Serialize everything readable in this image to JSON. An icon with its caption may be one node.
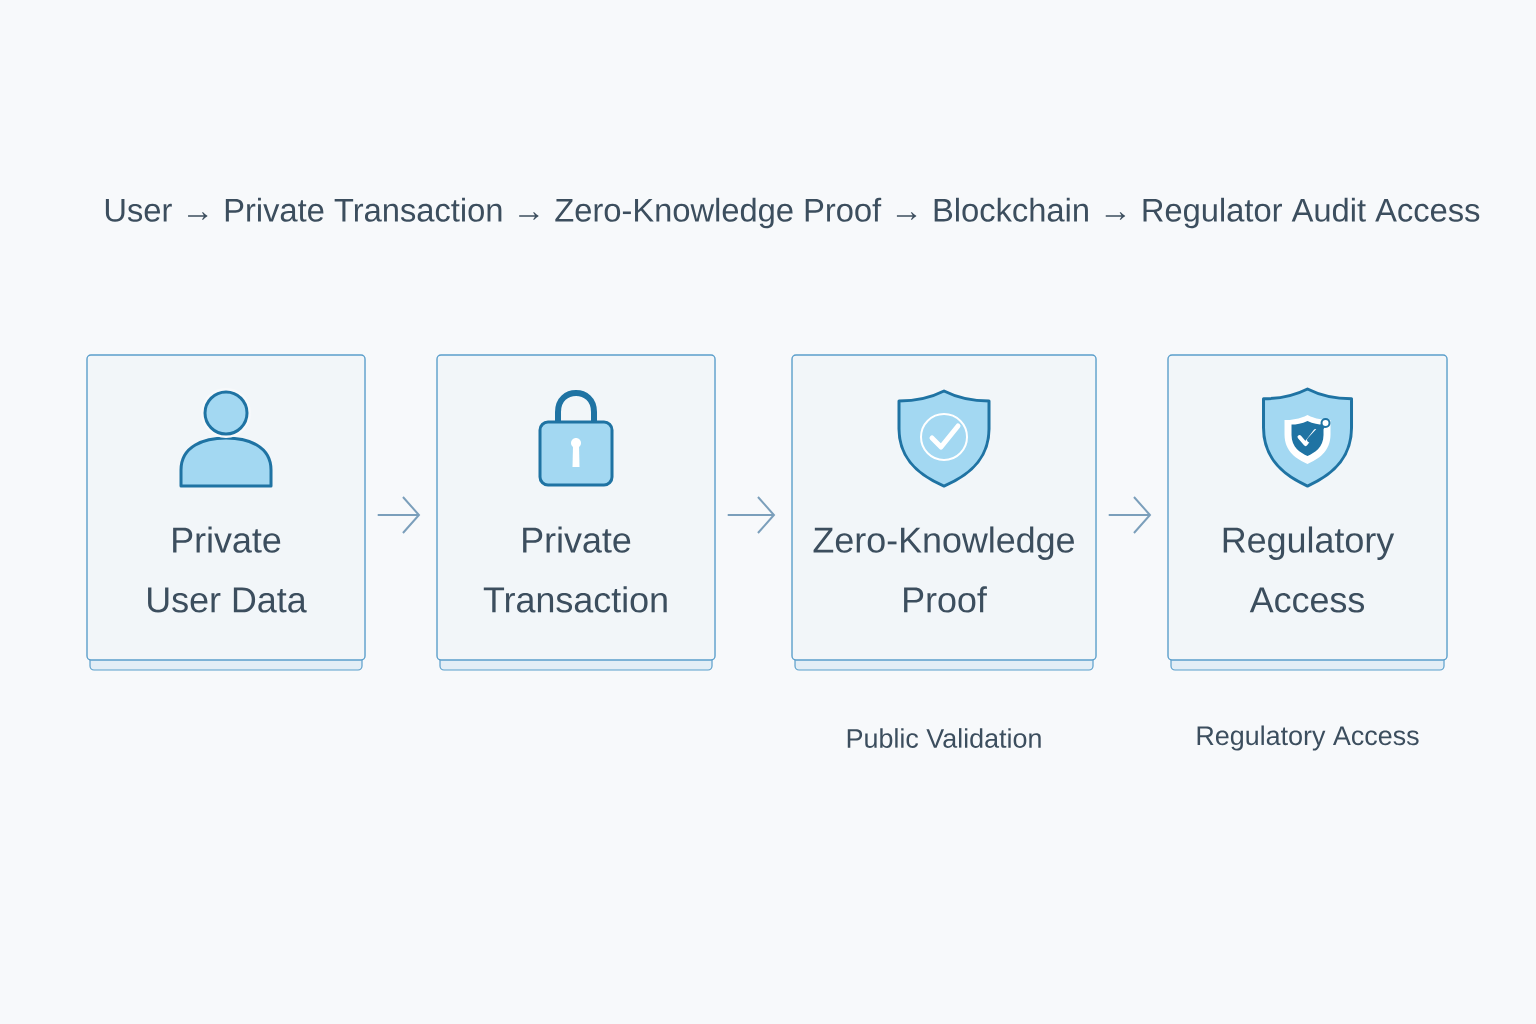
{
  "diagram": {
    "title": "User → Private Transaction → Zero-Knowledge Proof → Blockchain → Regulator Audit Access",
    "nodes": [
      {
        "text": [
          "Private User Data"
        ]
      },
      {
        "text": [
          "Private Transaction"
        ]
      },
      {
        "text": [
          "Zero-Knowledge Proof"
        ],
        "beside": [
          "Public Validation"
        ]
      },
      {
        "text": [
          "Regulatory Access"
        ],
        "beside": [
          "Regulatory Access"
        ]
      }
    ],
    "edges": [
      {
        "from": 0,
        "to": 1,
        "arrow": "to"
      },
      {
        "from": 1,
        "to": 2,
        "arrow": "to"
      },
      {
        "from": 2,
        "to": 3,
        "arrow": "to"
      }
    ]
  }
}
